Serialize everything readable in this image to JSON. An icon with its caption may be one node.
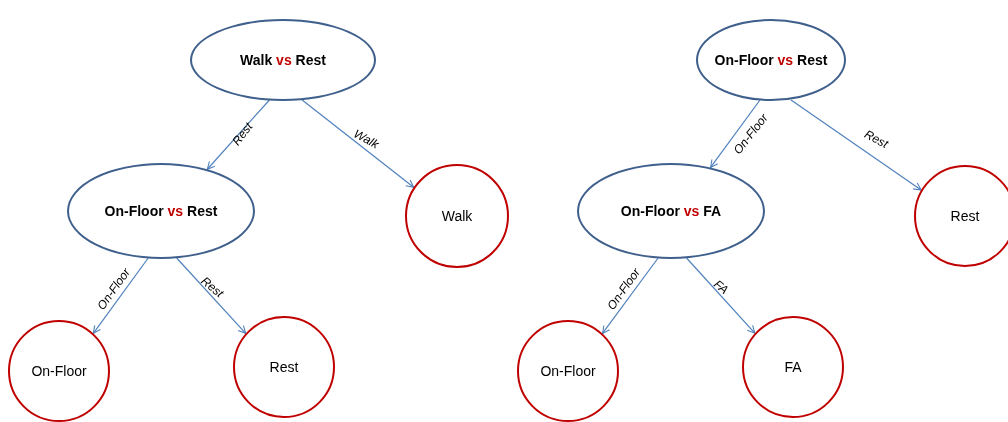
{
  "diagram": {
    "nodes": [
      {
        "text": [
          "Walk vs Rest"
        ]
      },
      {
        "text": [
          "On-Floor vs Rest"
        ]
      },
      {
        "text": [
          "Walk"
        ]
      },
      {
        "text": [
          "On-Floor"
        ]
      },
      {
        "text": [
          "Rest"
        ]
      },
      {
        "text": [
          "On-Floor vs Rest"
        ]
      },
      {
        "text": [
          "On-Floor vs FA"
        ]
      },
      {
        "text": [
          "Rest"
        ]
      },
      {
        "text": [
          "On-Floor"
        ]
      },
      {
        "text": [
          "FA"
        ]
      }
    ],
    "edges": [
      {
        "from": 0,
        "to": 1,
        "arrow": "to",
        "label": "Rest"
      },
      {
        "from": 0,
        "to": 2,
        "arrow": "to",
        "label": "Walk"
      },
      {
        "from": 1,
        "to": 3,
        "arrow": "to",
        "label": "On-Floor"
      },
      {
        "from": 1,
        "to": 4,
        "arrow": "to",
        "label": "Rest"
      },
      {
        "from": 5,
        "to": 6,
        "arrow": "to",
        "label": "On-Floor"
      },
      {
        "from": 5,
        "to": 7,
        "arrow": "to",
        "label": "Rest"
      },
      {
        "from": 6,
        "to": 8,
        "arrow": "to",
        "label": "On-Floor"
      },
      {
        "from": 6,
        "to": 9,
        "arrow": "to",
        "label": "FA"
      }
    ]
  }
}
